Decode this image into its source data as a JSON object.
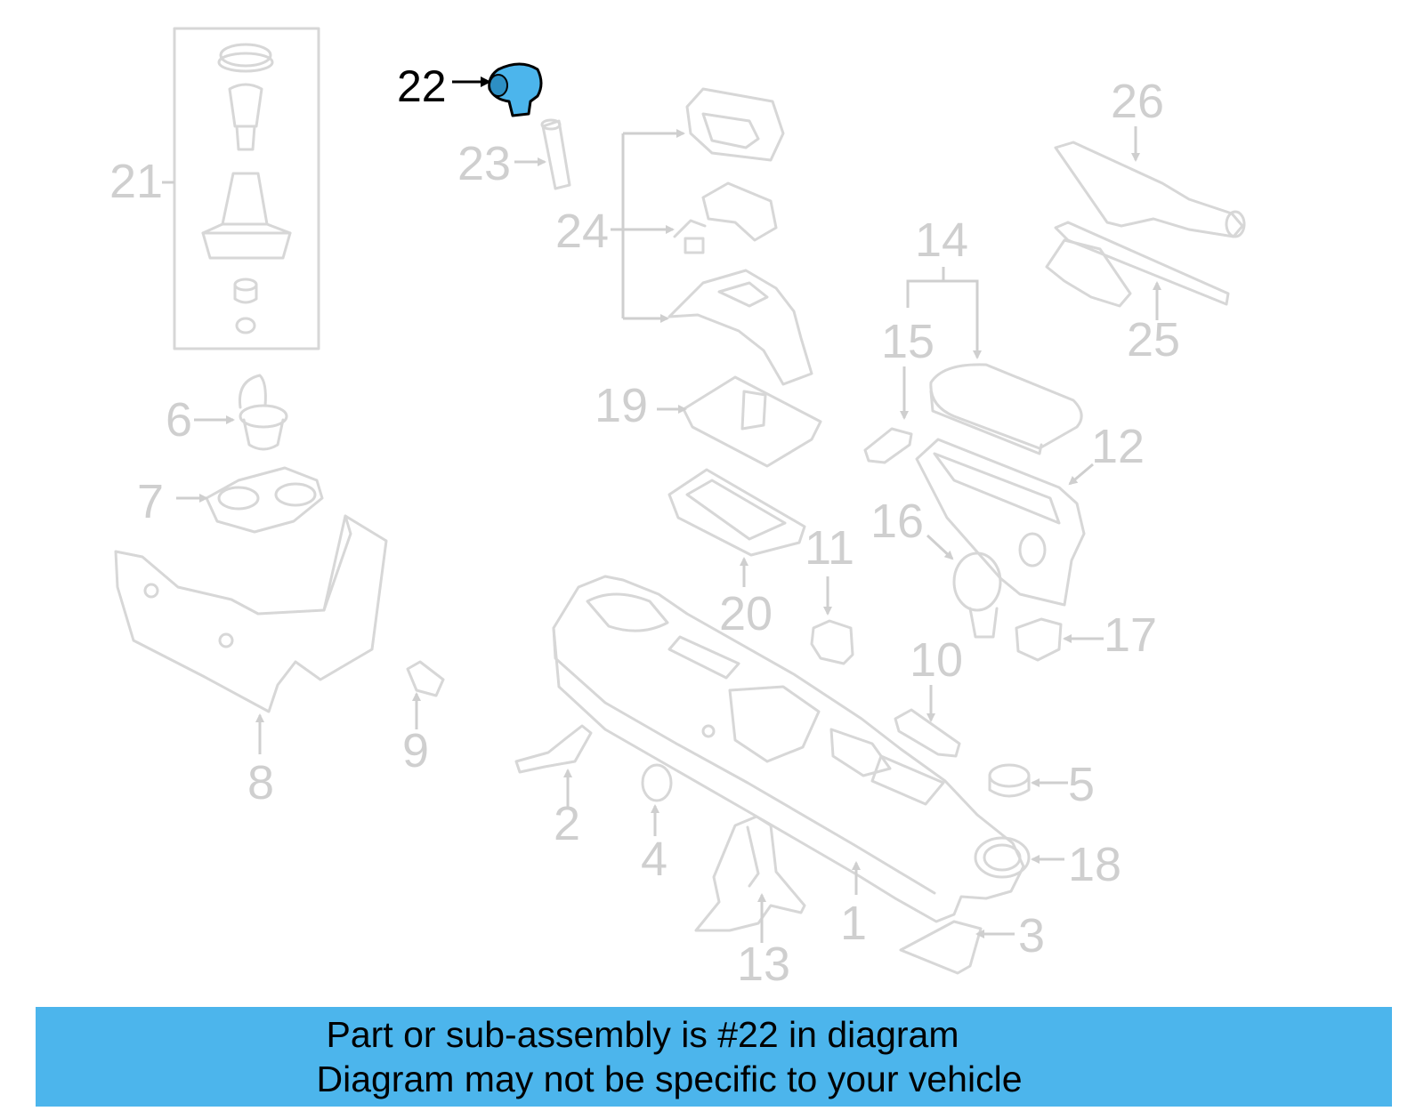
{
  "diagram": {
    "highlight_color": "#4cb5ec",
    "highlighted_part": "22",
    "callouts": {
      "c1": "1",
      "c2": "2",
      "c3": "3",
      "c4": "4",
      "c5": "5",
      "c6": "6",
      "c7": "7",
      "c8": "8",
      "c9": "9",
      "c10": "10",
      "c11": "11",
      "c12": "12",
      "c13": "13",
      "c14": "14",
      "c15": "15",
      "c16": "16",
      "c17": "17",
      "c18": "18",
      "c19": "19",
      "c20": "20",
      "c21": "21",
      "c22": "22",
      "c23": "23",
      "c24": "24",
      "c25": "25",
      "c26": "26"
    }
  },
  "banner": {
    "line1": "Part or sub-assembly is #22 in diagram",
    "line2": "Diagram may not be specific to your vehicle",
    "background": "#4cb5ec"
  }
}
